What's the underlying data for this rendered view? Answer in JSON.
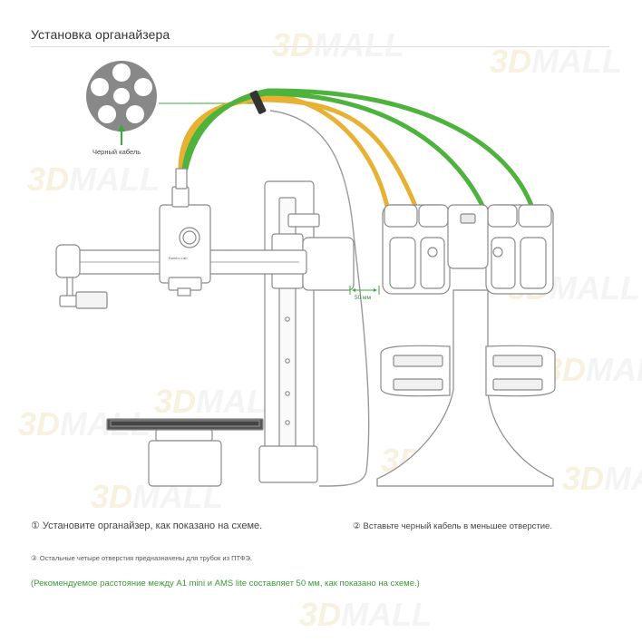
{
  "header": {
    "title": "Установка органайзера"
  },
  "diagram": {
    "cable_label": "Черный кабель",
    "distance_label": "50 мм",
    "printer_badge": "Bambu Lab",
    "watermark": "3D MALL",
    "colors": {
      "ptfe_yellow": "#e7b233",
      "ptfe_green": "#4db33d",
      "arrow_green": "#3aa83a",
      "outline": "#8a8a8a"
    }
  },
  "steps": [
    {
      "marker": "①",
      "text": "Установите органайзер, как показано на схеме."
    },
    {
      "marker": "②",
      "text": "Вставьте черный кабель в меньшее отверстие."
    },
    {
      "marker": "③",
      "text": "Остальные четыре отверстия предназначены для трубок из ПТФЭ."
    }
  ],
  "note": "(Рекомендуемое расстояние между A1 mini и AMS lite составляет 50 мм, как показано на схеме.)"
}
